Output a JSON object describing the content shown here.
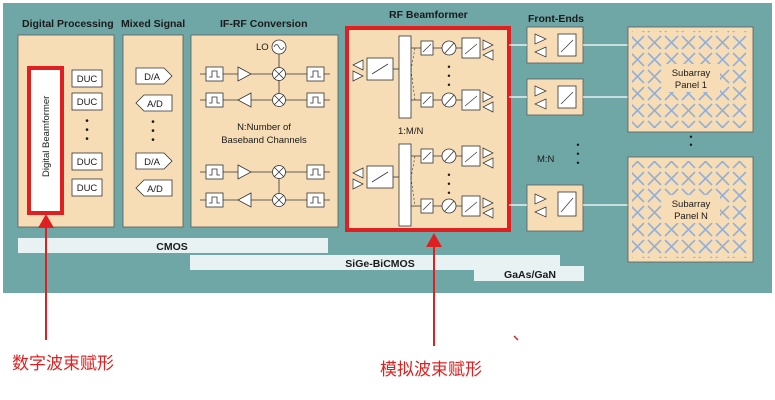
{
  "headers": {
    "digital": "Digital Processing",
    "mixed": "Mixed Signal",
    "ifrf": "IF-RF Conversion",
    "rfbf": "RF Beamformer",
    "fe": "Front-Ends"
  },
  "digital": {
    "beamformer": "Digital Beamformer",
    "duc": "DUC",
    "dots": "•"
  },
  "mixed": {
    "da": "D/A",
    "ad": "A/D",
    "dots": "•"
  },
  "ifrf": {
    "lo": "LO",
    "note_line1": "N:Number of",
    "note_line2": "Baseband Channels"
  },
  "rfbf": {
    "ratio": "1:M/N",
    "dots": "•"
  },
  "mn_label": "M:N",
  "subarrays": {
    "top_line1": "Subarray",
    "top_line2": "Panel 1",
    "bottom_line1": "Subarray",
    "bottom_line2": "Panel N",
    "dots": "•"
  },
  "tech": {
    "cmos": "CMOS",
    "sige": "SiGe-BiCMOS",
    "gaas": "GaAs/GaN"
  },
  "annotations": {
    "digital_bf": "数字波束赋形",
    "analog_bf": "模拟波束赋形"
  },
  "colors": {
    "panel_bg": "#6fa6a6",
    "block_bg": "#f6ddb6",
    "highlight": "#e02020",
    "cross": "#94b0d8",
    "tech_bar": "#e8f2f2"
  }
}
